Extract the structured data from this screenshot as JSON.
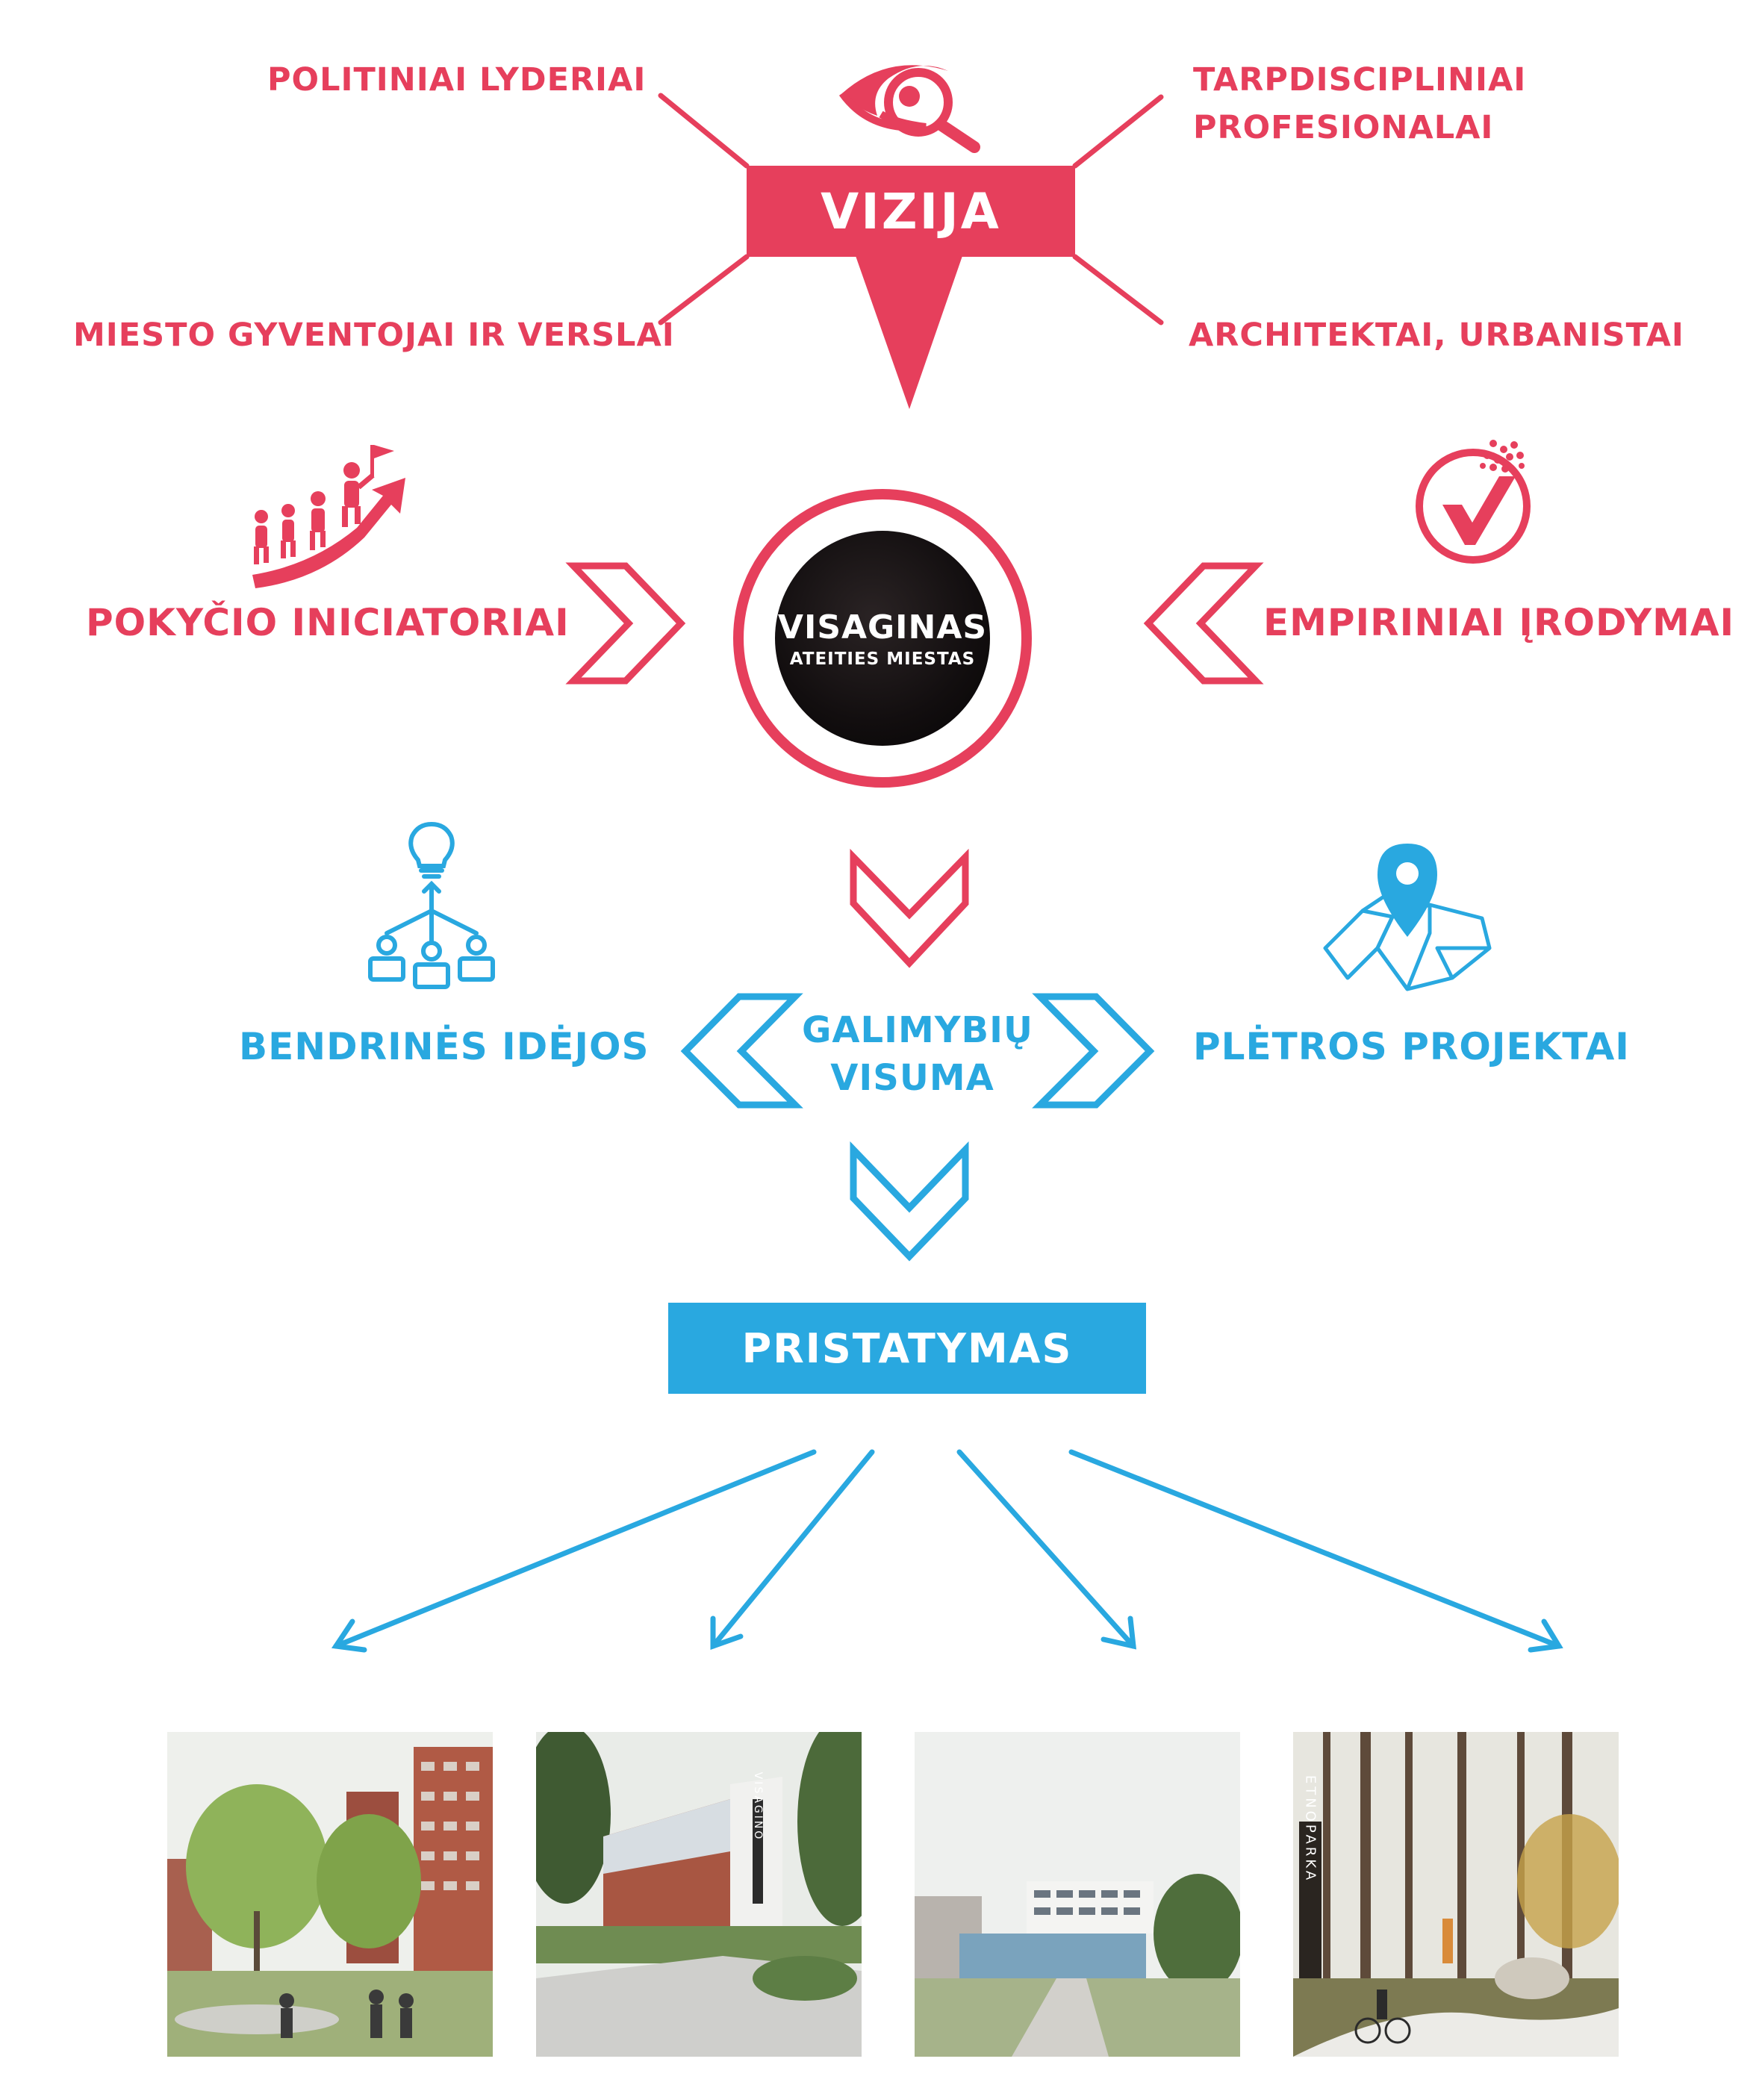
{
  "colors": {
    "red": "#e63f5c",
    "blue": "#29a8e0"
  },
  "top": {
    "vizija": "VIZIJA",
    "politiniai": "POLITINIAI LYDERIAI",
    "tarp_line1": "TARPDISCIPLINIAI",
    "tarp_line2": "PROFESIONALAI",
    "miesto": "MIESTO GYVENTOJAI IR VERSLAI",
    "architektai": "ARCHITEKTAI, URBANISTAI"
  },
  "middle": {
    "pokycio": "POKYČIO INICIATORIAI",
    "empiriniai": "EMPIRINIAI ĮRODYMAI",
    "center_line1": "VISAGINAS",
    "center_line2": "ATEITIES MIESTAS"
  },
  "lower": {
    "bendrines": "BENDRINĖS IDĖJOS",
    "pletros": "PLĖTROS PROJEKTAI",
    "galimybiu_line1": "GALIMYBIŲ",
    "galimybiu_line2": "VISUMA"
  },
  "pristatymas": "PRISTATYMAS",
  "photos": {
    "photo2_sign": "VISAGINO",
    "photo4_sign": "ETNOPARKA"
  },
  "icons": [
    "eye-search-icon",
    "climbing-people-icon",
    "check-target-icon",
    "idea-network-icon",
    "map-pin-icon"
  ]
}
